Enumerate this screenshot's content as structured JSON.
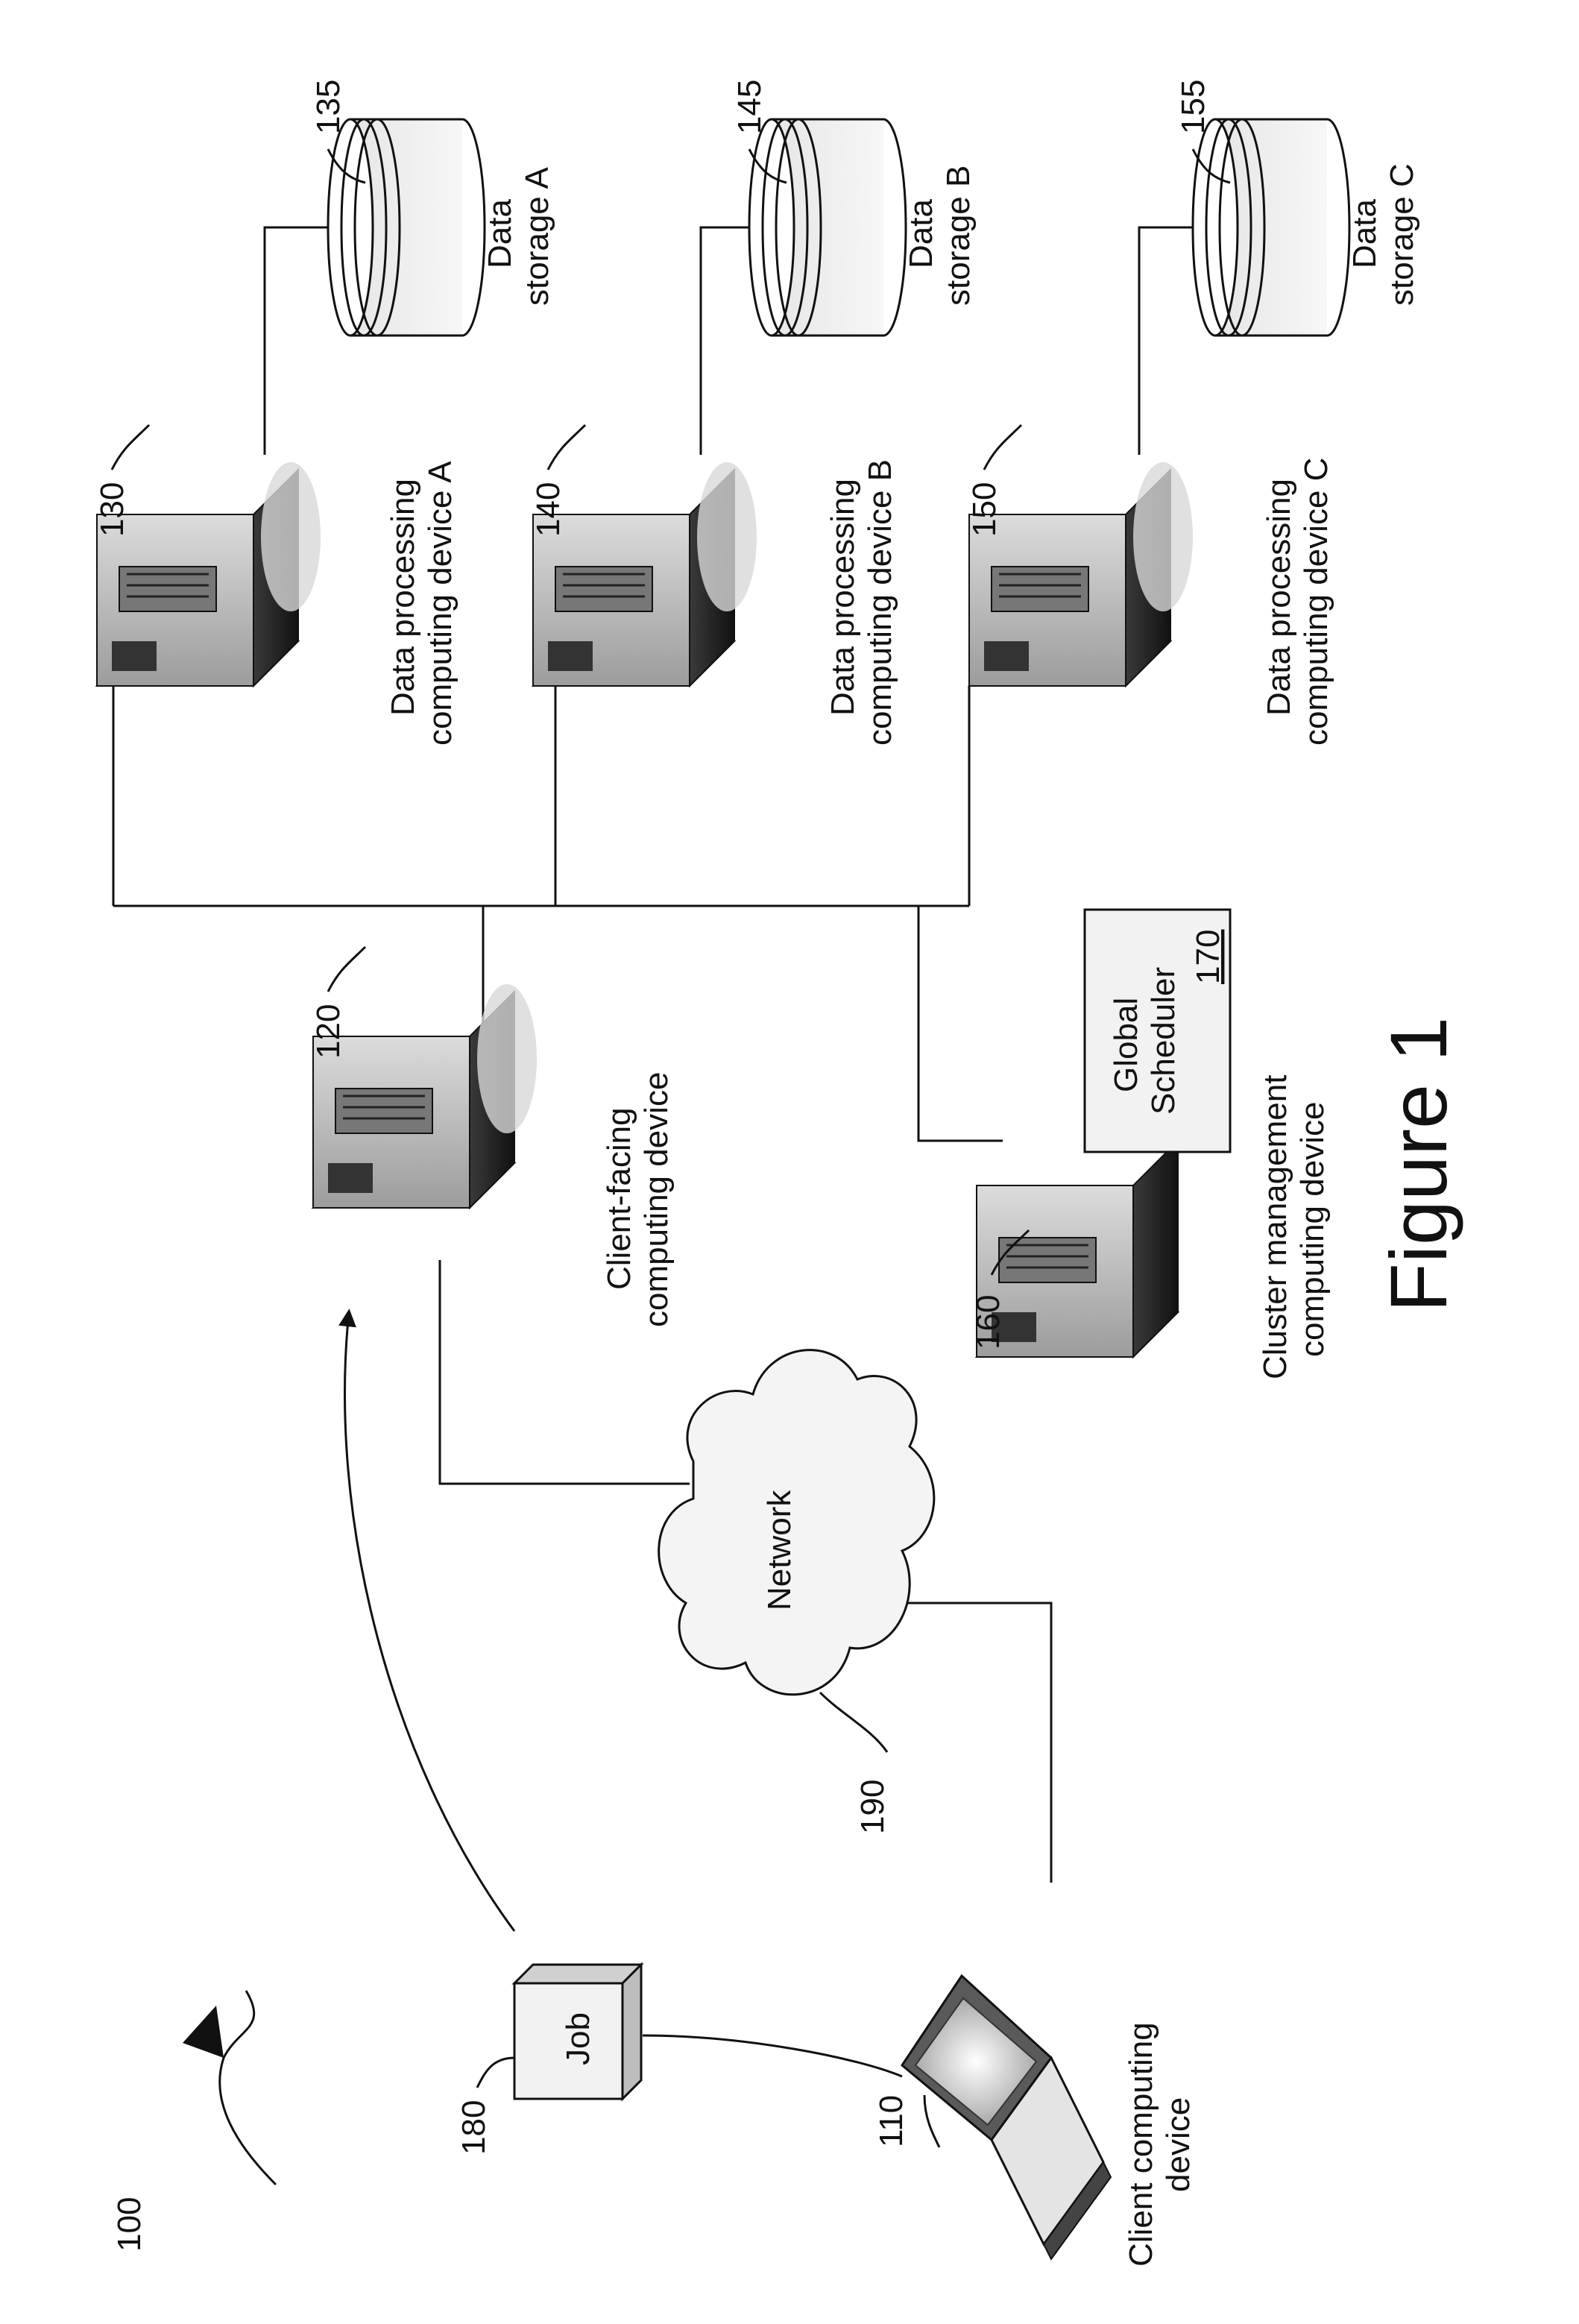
{
  "figure": {
    "caption": "Figure 1",
    "ref": "100"
  },
  "client": {
    "ref": "110",
    "label_line1": "Client computing",
    "label_line2": "device"
  },
  "job": {
    "ref": "180",
    "label": "Job"
  },
  "network": {
    "ref": "190",
    "label": "Network"
  },
  "client_facing": {
    "ref": "120",
    "label_line1": "Client-facing",
    "label_line2": "computing device"
  },
  "cluster_mgmt": {
    "ref": "160",
    "label_line1": "Cluster management",
    "label_line2": "computing device",
    "scheduler": {
      "line1": "Global",
      "line2": "Scheduler",
      "ref": "170"
    }
  },
  "dp_a": {
    "ref": "130",
    "label_line1": "Data processing",
    "label_line2": "computing device A"
  },
  "dp_b": {
    "ref": "140",
    "label_line1": "Data processing",
    "label_line2": "computing device B"
  },
  "dp_c": {
    "ref": "150",
    "label_line1": "Data processing",
    "label_line2": "computing device C"
  },
  "storage_a": {
    "ref": "135",
    "label_line1": "Data",
    "label_line2": "storage A"
  },
  "storage_b": {
    "ref": "145",
    "label_line1": "Data",
    "label_line2": "storage B"
  },
  "storage_c": {
    "ref": "155",
    "label_line1": "Data",
    "label_line2": "storage C"
  }
}
